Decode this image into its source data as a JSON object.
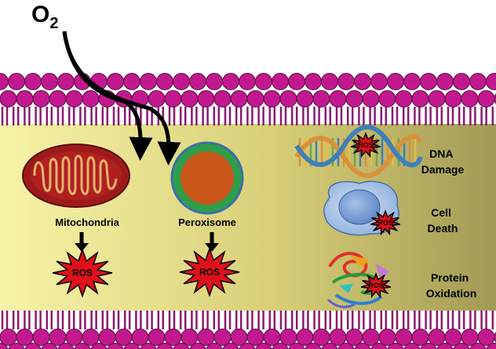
{
  "molecule": {
    "symbol": "O",
    "subscript": "2"
  },
  "organelles": {
    "mitochondria": {
      "label": "Mitochondria"
    },
    "peroxisome": {
      "label": "Peroxisome"
    }
  },
  "ros_label": "ROS",
  "outcomes": {
    "dna": {
      "line1": "DNA",
      "line2": "Damage"
    },
    "cell": {
      "line1": "Cell",
      "line2": "Death"
    },
    "protein": {
      "line1": "Protein",
      "line2": "Oxidation"
    }
  },
  "colors": {
    "membrane_head": "#c2188f",
    "membrane_head_edge": "#5a0a44",
    "membrane_tail": "#8a1a6e",
    "cytoplasm_light": "#f7f2a6",
    "cytoplasm_dark": "#a39a52",
    "mito_outer": "#9e1a1a",
    "mito_inner": "#e3b06a",
    "perox_ring": "#2f9e4a",
    "perox_core": "#c9561b",
    "perox_edge": "#3a6fa8",
    "ros_star": "#e0101a",
    "arrow": "#000000"
  }
}
